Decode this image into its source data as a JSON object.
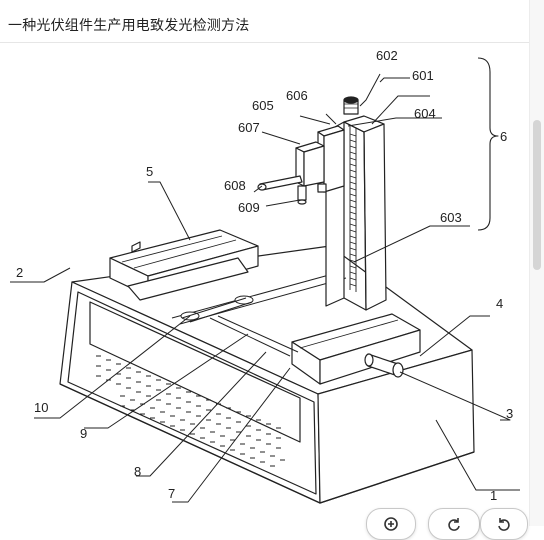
{
  "window": {
    "title": "一种光伏组件生产用电致发光检测方法"
  },
  "figure": {
    "labels": {
      "l1": "1",
      "l2": "2",
      "l3": "3",
      "l4": "4",
      "l5": "5",
      "l6": "6",
      "l7": "7",
      "l8": "8",
      "l9": "9",
      "l10": "10",
      "l601": "601",
      "l602": "602",
      "l603": "603",
      "l604": "604",
      "l605": "605",
      "l606": "606",
      "l607": "607",
      "l608": "608",
      "l609": "609"
    }
  },
  "toolbar": {
    "zoom_icon": "zoom-in-icon",
    "rotate_cw_icon": "rotate-right-icon",
    "rotate_ccw_icon": "rotate-left-icon"
  }
}
